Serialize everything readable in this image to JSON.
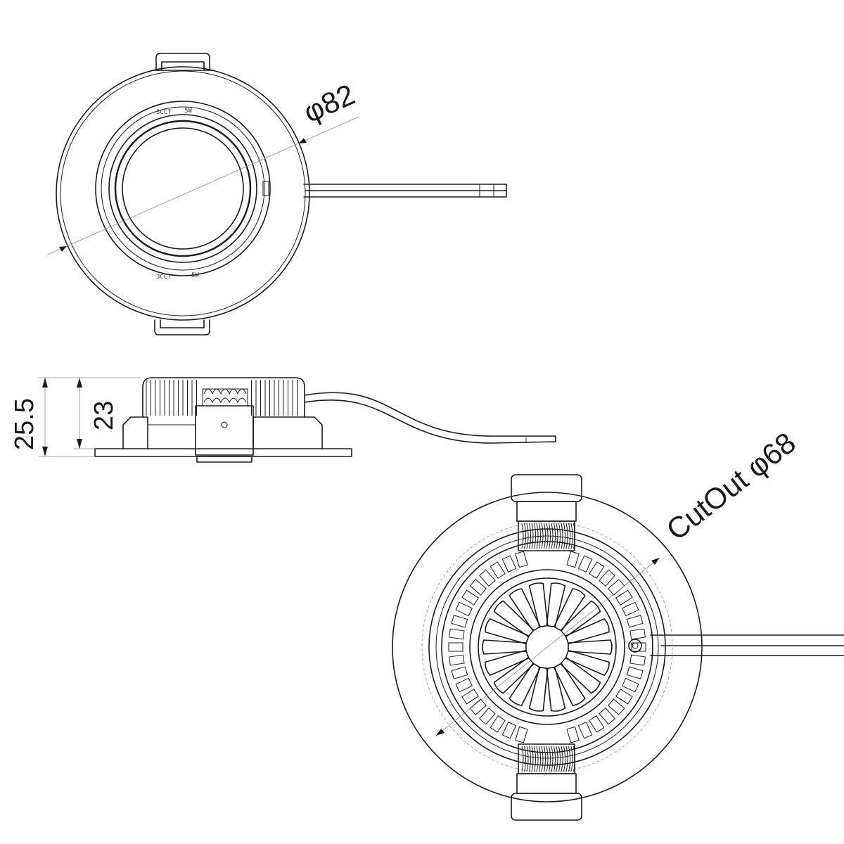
{
  "dimensions": {
    "front_diameter": "φ82",
    "overall_height": "25.5",
    "body_height": "23",
    "cutout": "CutOut φ68"
  },
  "markings": {
    "top_left": "3CCT",
    "top_right": "5W",
    "bottom_left": "3CCT",
    "bottom_right": "5W"
  },
  "colors": {
    "line": "#1a1a1a",
    "dimension_line": "#8a8a8a",
    "background": "#ffffff"
  }
}
